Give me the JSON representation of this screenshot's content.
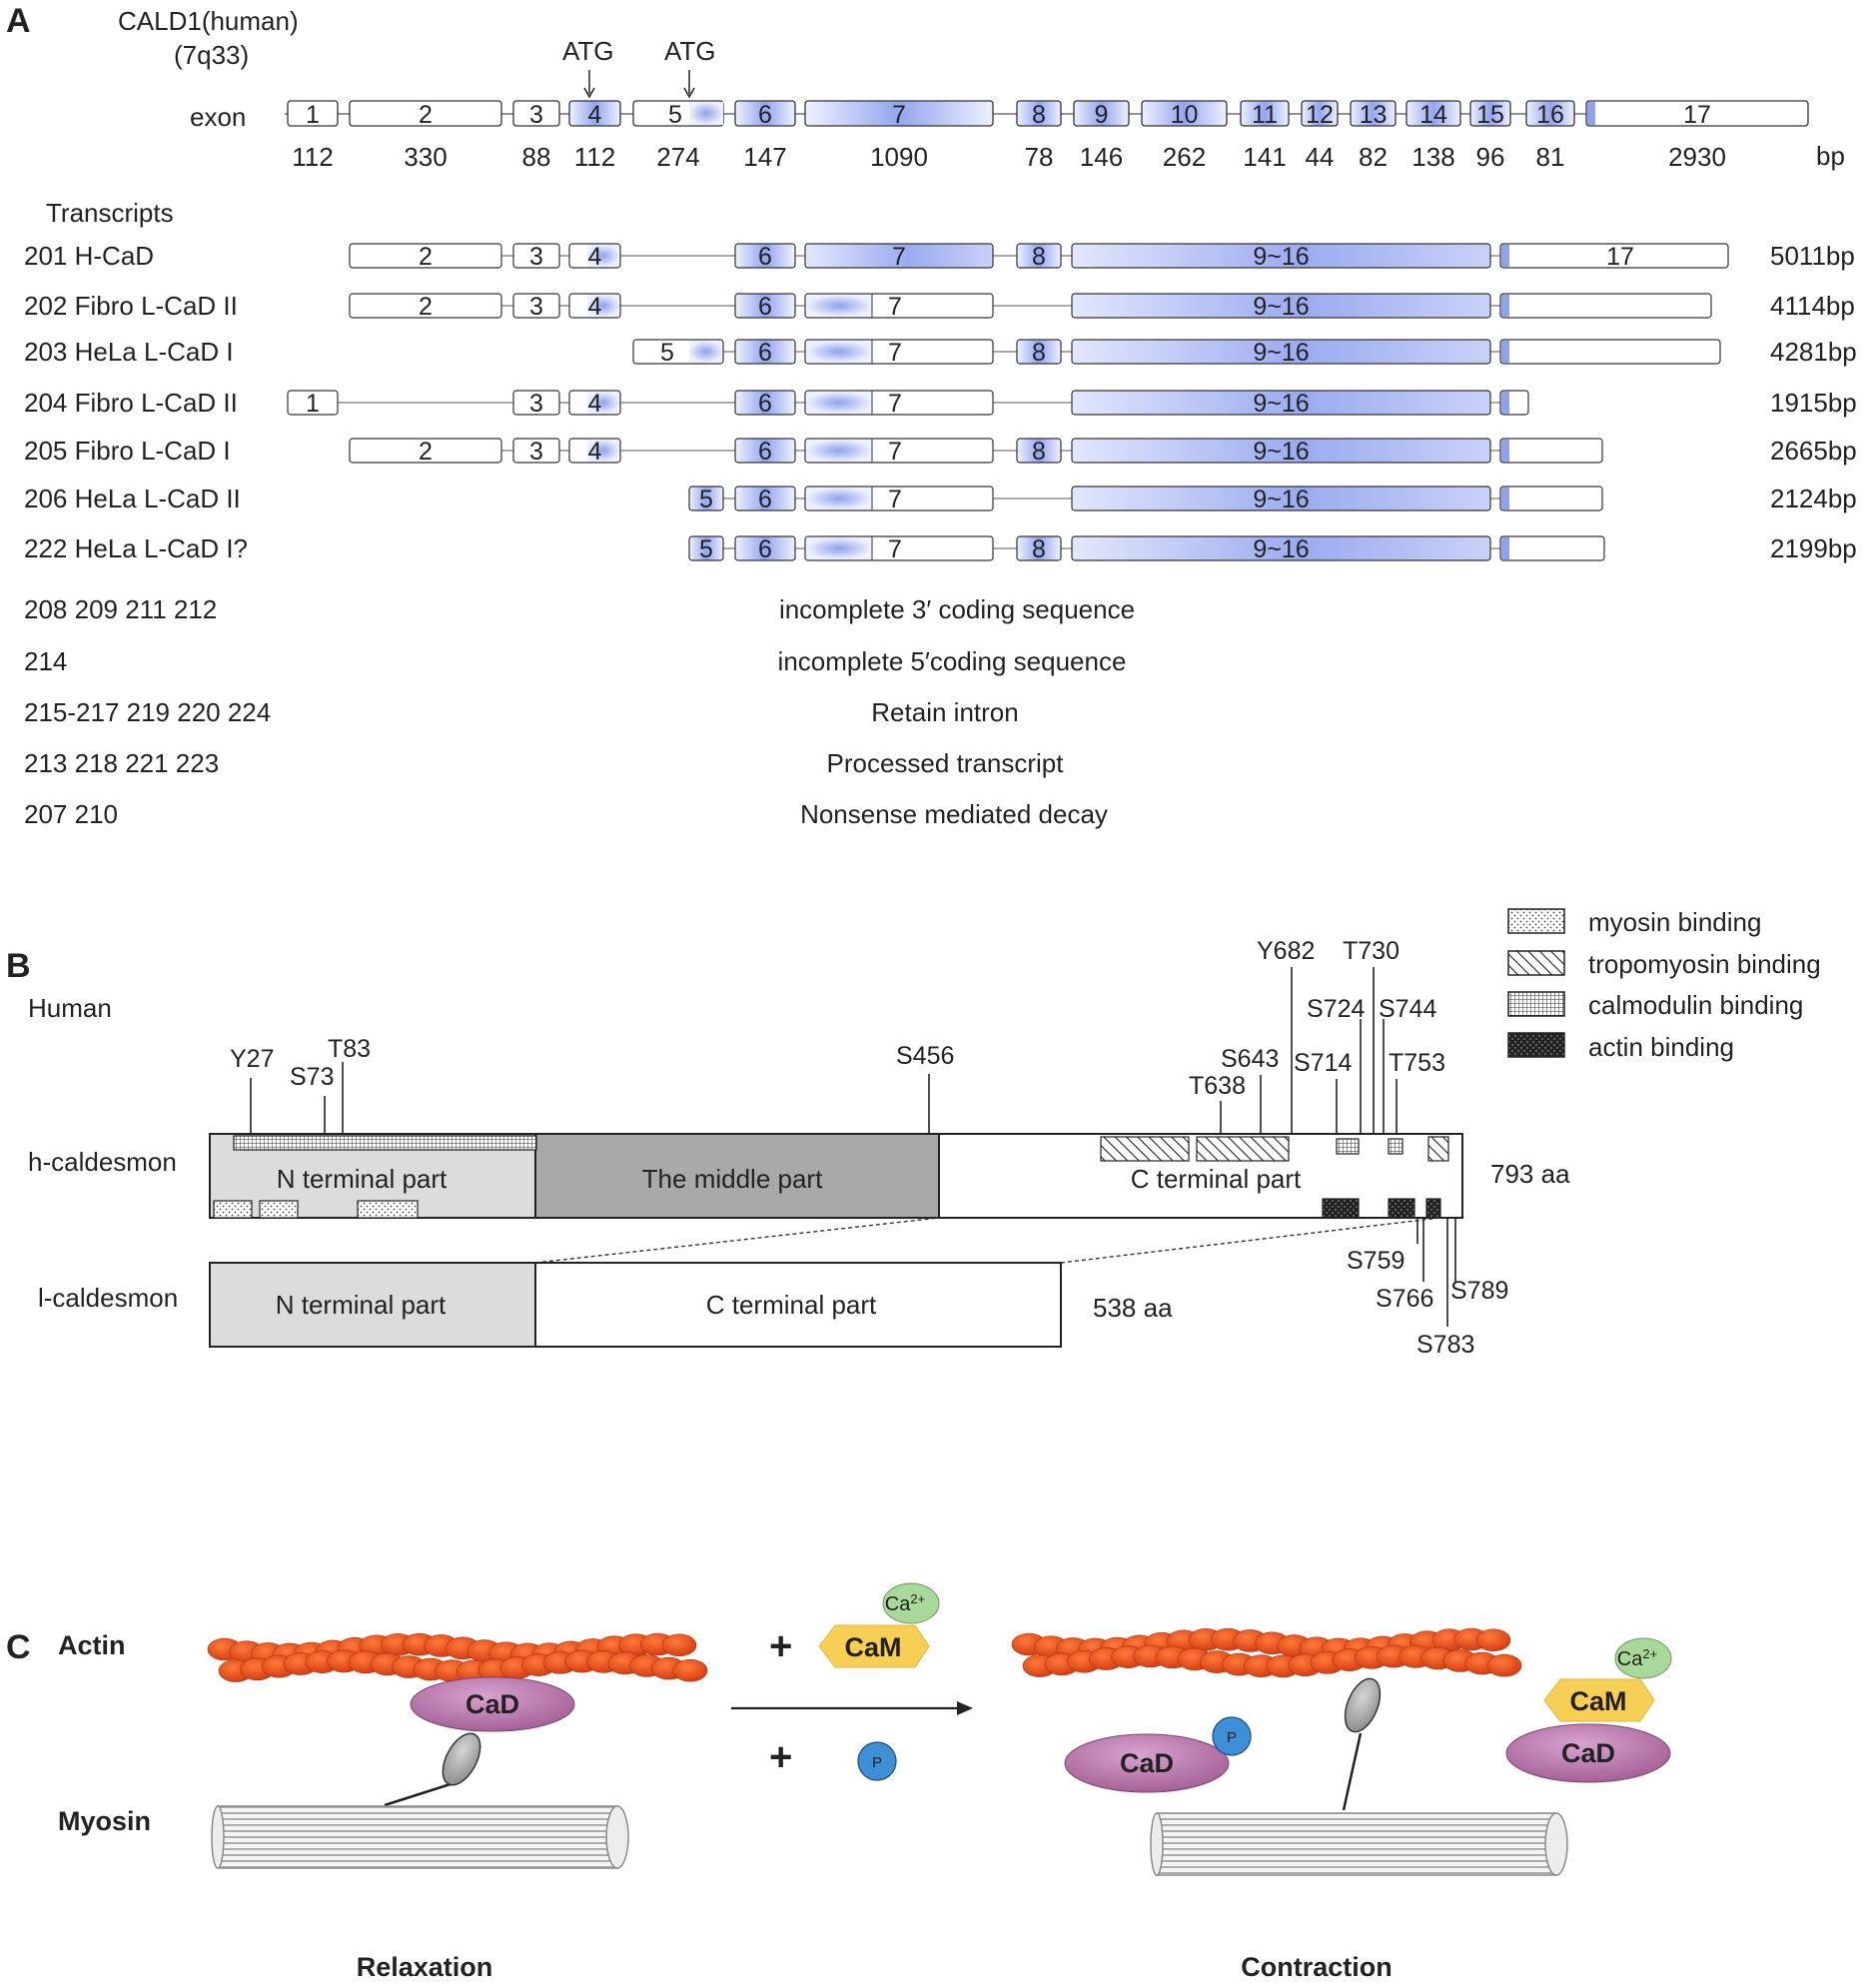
{
  "panel_a": {
    "letter": "A",
    "gene": "CALD1(human)",
    "locus": "(7q33)",
    "atg_labels": [
      "ATG",
      "ATG"
    ],
    "exon_label": "exon",
    "bp_unit": "bp",
    "exons": [
      {
        "num": "1",
        "size": "112",
        "shade": false
      },
      {
        "num": "2",
        "size": "330",
        "shade": false
      },
      {
        "num": "3",
        "size": "88",
        "shade": false
      },
      {
        "num": "4",
        "size": "112",
        "shade": true
      },
      {
        "num": "5",
        "size": "274",
        "shade": true
      },
      {
        "num": "6",
        "size": "147",
        "shade": true
      },
      {
        "num": "7",
        "size": "1090",
        "shade": true
      },
      {
        "num": "8",
        "size": "78",
        "shade": true
      },
      {
        "num": "9",
        "size": "146",
        "shade": true
      },
      {
        "num": "10",
        "size": "262",
        "shade": true
      },
      {
        "num": "11",
        "size": "141",
        "shade": true
      },
      {
        "num": "12",
        "size": "44",
        "shade": true
      },
      {
        "num": "13",
        "size": "82",
        "shade": true
      },
      {
        "num": "14",
        "size": "138",
        "shade": true
      },
      {
        "num": "15",
        "size": "96",
        "shade": true
      },
      {
        "num": "16",
        "size": "81",
        "shade": true
      },
      {
        "num": "17",
        "size": "2930",
        "shade": false
      }
    ],
    "transcripts_heading": "Transcripts",
    "transcripts": [
      {
        "name": "201 H-CaD",
        "length": "5011bp",
        "exons": [
          "2",
          "3",
          "4",
          "6",
          "7",
          "8",
          "9~16",
          "17"
        ]
      },
      {
        "name": "202 Fibro L-CaD II",
        "length": "4114bp",
        "exons": [
          "2",
          "3",
          "4",
          "6",
          "7",
          "9~16"
        ]
      },
      {
        "name": "203 HeLa L-CaD I",
        "length": "4281bp",
        "exons": [
          "5",
          "6",
          "7",
          "8",
          "9~16"
        ]
      },
      {
        "name": "204 Fibro L-CaD II",
        "length": "1915bp",
        "exons": [
          "1",
          "3",
          "4",
          "6",
          "7",
          "9~16"
        ]
      },
      {
        "name": "205 Fibro L-CaD I",
        "length": "2665bp",
        "exons": [
          "2",
          "3",
          "4",
          "6",
          "7",
          "8",
          "9~16"
        ]
      },
      {
        "name": "206 HeLa L-CaD II",
        "length": "2124bp",
        "exons": [
          "5",
          "6",
          "7",
          "9~16"
        ]
      },
      {
        "name": "222 HeLa L-CaD I?",
        "length": "2199bp",
        "exons": [
          "5",
          "6",
          "7",
          "8",
          "9~16"
        ]
      }
    ],
    "other_transcripts": [
      {
        "ids": "208 209 211 212",
        "note": "incomplete 3′ coding sequence"
      },
      {
        "ids": "214",
        "note": "incomplete 5′coding sequence"
      },
      {
        "ids": "215-217 219 220 224",
        "note": "Retain intron"
      },
      {
        "ids": "213 218 221 223",
        "note": "Processed transcript"
      },
      {
        "ids": "207 210",
        "note": "Nonsense mediated decay"
      }
    ]
  },
  "panel_b": {
    "letter": "B",
    "species": "Human",
    "legend": [
      {
        "label": "myosin binding",
        "pattern": "dots"
      },
      {
        "label": "tropomyosin binding",
        "pattern": "hatch"
      },
      {
        "label": "calmodulin binding",
        "pattern": "grid"
      },
      {
        "label": "actin binding",
        "pattern": "dark"
      }
    ],
    "h_caldesmon": {
      "name": "h-caldesmon",
      "length": "793 aa",
      "parts": [
        "N terminal part",
        "The middle part",
        "C terminal part"
      ]
    },
    "l_caldesmon": {
      "name": "l-caldesmon",
      "length": "538 aa",
      "parts": [
        "N terminal part",
        "C terminal part"
      ]
    },
    "sites_top": [
      "Y27",
      "S73",
      "T83",
      "S456",
      "T638",
      "S643",
      "Y682",
      "S714",
      "S724",
      "T730",
      "S744",
      "T753"
    ],
    "sites_bottom": [
      "S759",
      "S766",
      "S783",
      "S789"
    ]
  },
  "panel_c": {
    "letter": "C",
    "actin_label": "Actin",
    "myosin_label": "Myosin",
    "cad_label": "CaD",
    "cam_label": "CaM",
    "ca_label": "Ca",
    "ca_charge": "2+",
    "p_label": "P",
    "plus": "+",
    "relaxation": "Relaxation",
    "contraction": "Contraction",
    "colors": {
      "actin": "#e8491a",
      "cad": "#b56ea6",
      "cam": "#f7cf55",
      "ca": "#a9d89a",
      "phosphate": "#3f8fd6",
      "exon_shade": "#8fa2ee"
    }
  }
}
